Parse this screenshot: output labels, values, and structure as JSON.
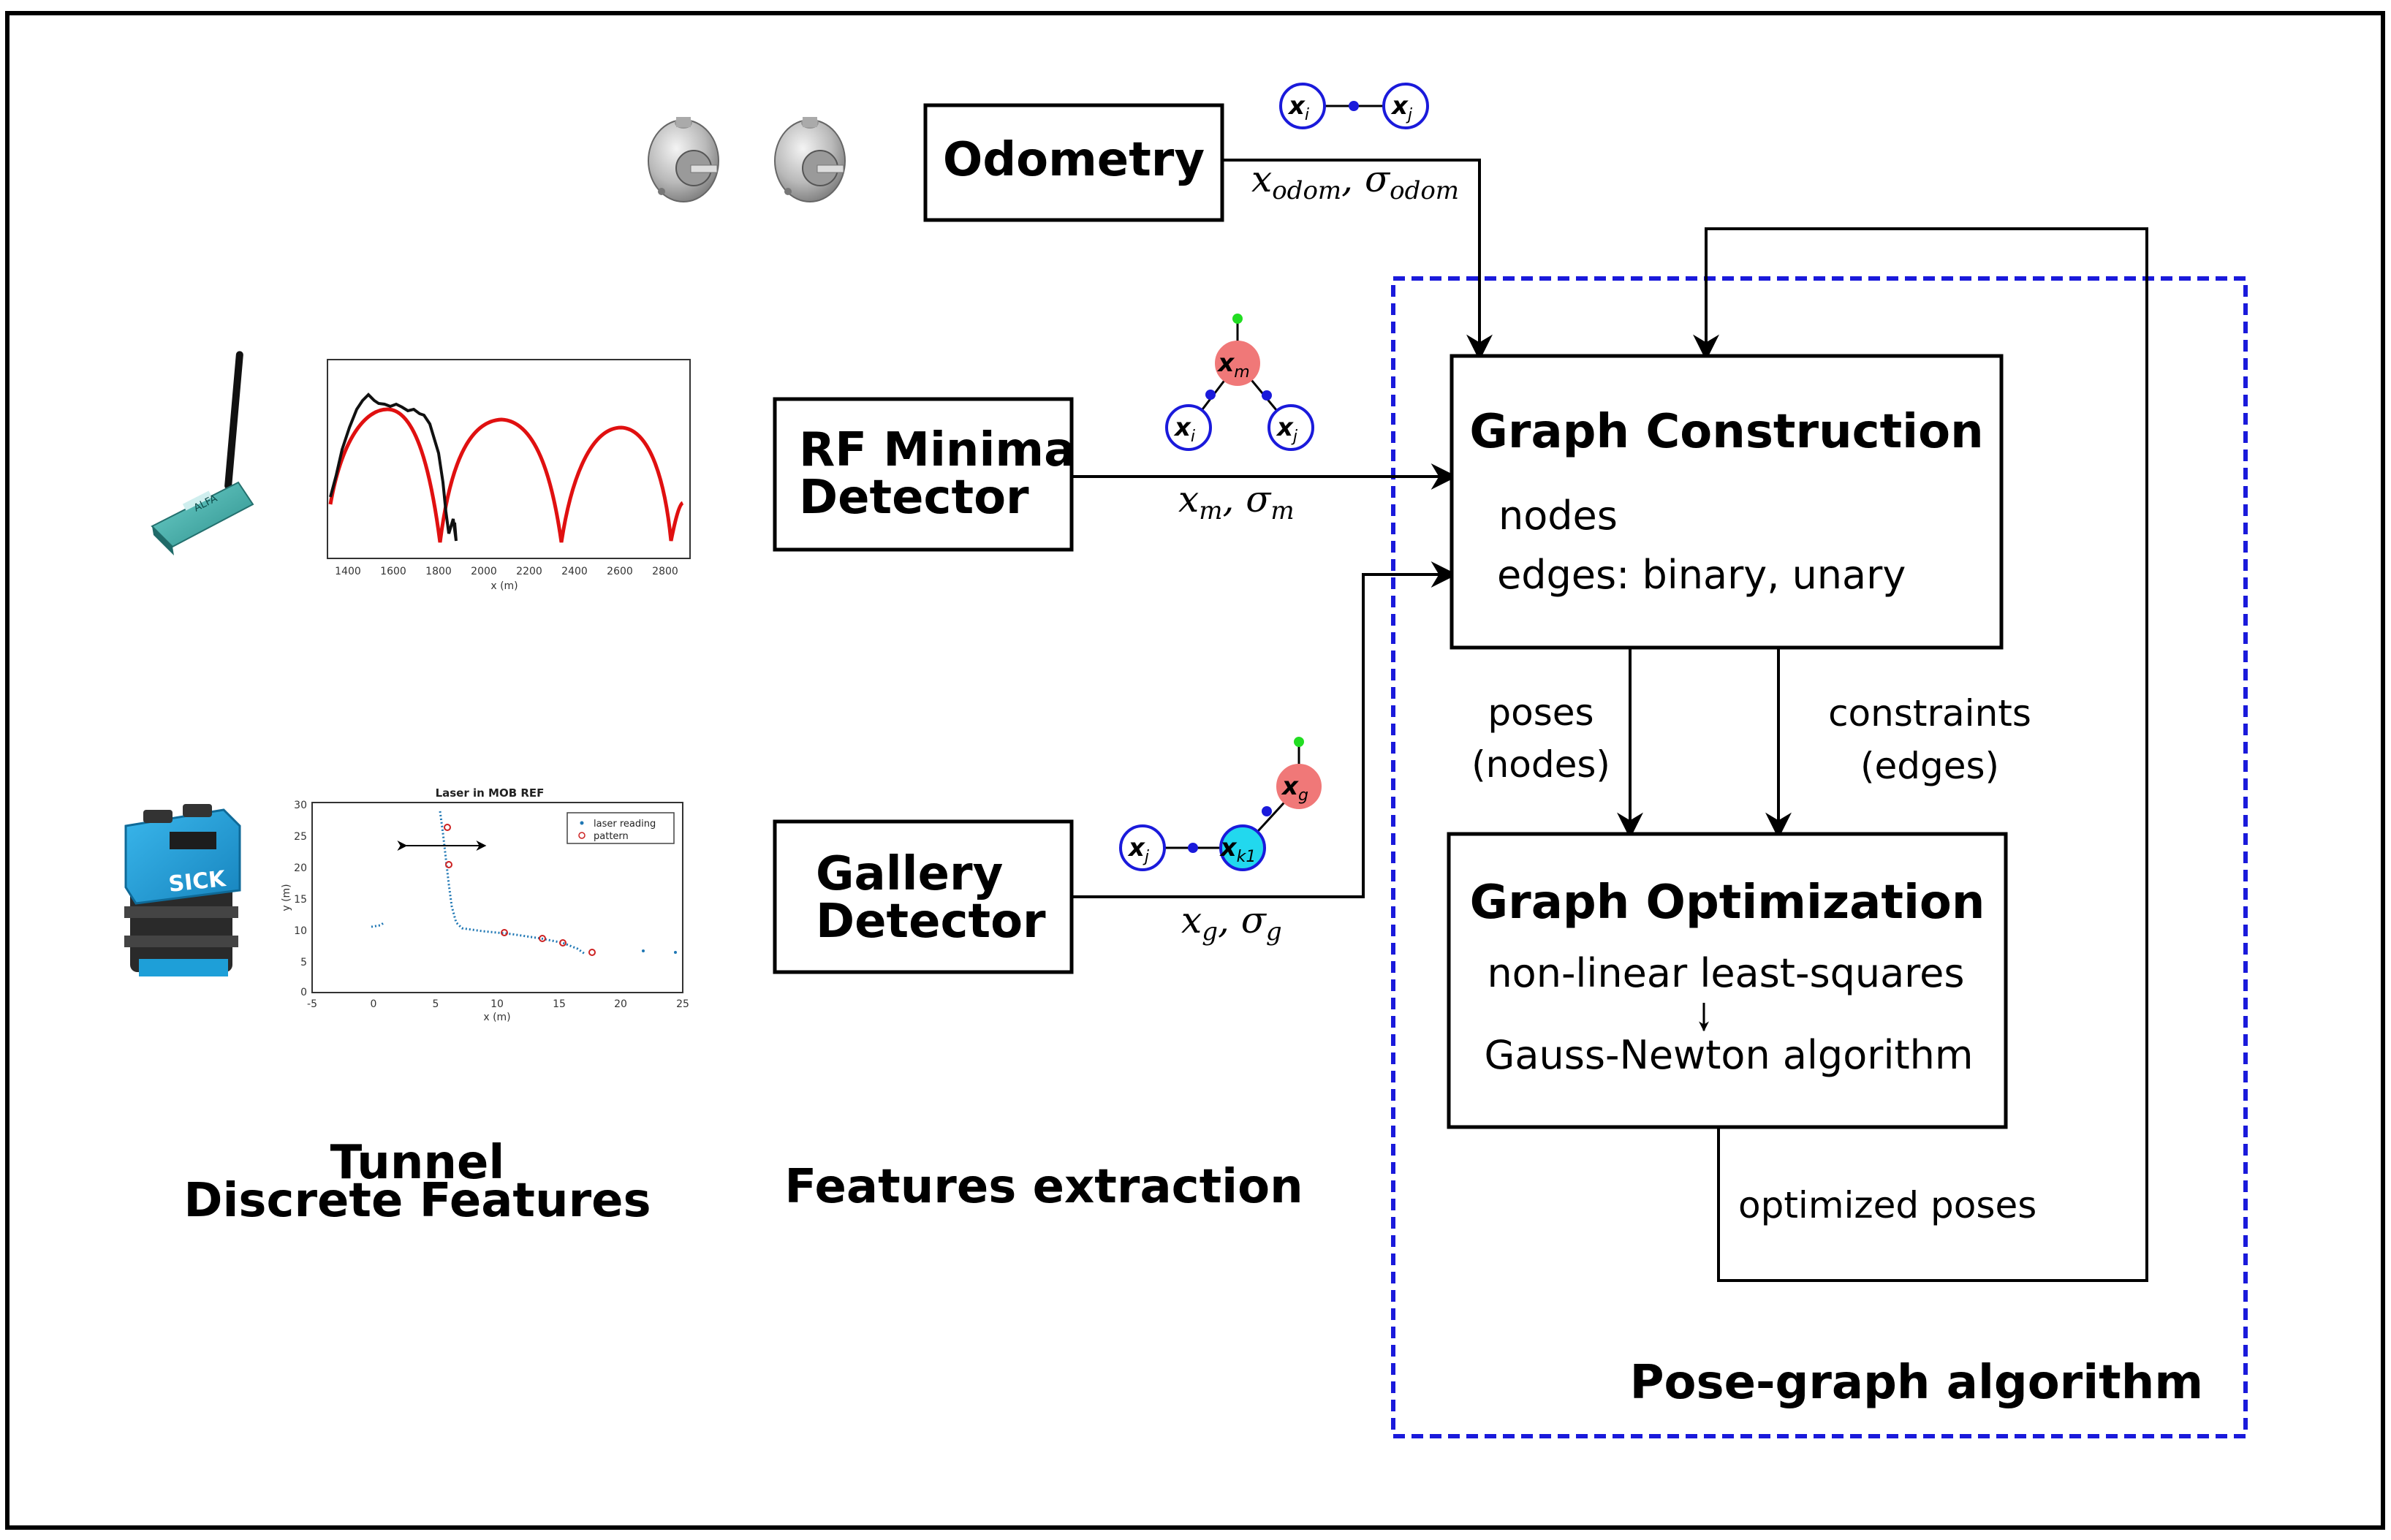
{
  "colors": {
    "frame": "#000000",
    "dashed_region": "#1a1adb",
    "node_fill_red": "#f07878",
    "node_fill_cyan": "#22d8ee",
    "node_stroke": "#1a1adb",
    "anchor_green": "#22dd22",
    "rf_red_curve": "#e01010",
    "rf_black_curve": "#111111",
    "laser_blue": "#1f77b4",
    "laser_red": "#cc2222",
    "sick_blue": "#1e9fd8",
    "antenna_teal": "#3aa9a6"
  },
  "columns": {
    "sensors_title_line1": "Tunnel",
    "sensors_title_line2": "Discrete Features",
    "features_title": "Features extraction"
  },
  "odometry": {
    "label": "Odometry",
    "output": "x_{odom}, σ_{odom}",
    "output_x": "x",
    "output_x_sub": "odom",
    "output_sigma": "σ",
    "output_sigma_sub": "odom",
    "graph_nodes": [
      "x_i",
      "x_j"
    ],
    "node_i": "x",
    "node_i_sub": "i",
    "node_j": "x",
    "node_j_sub": "j"
  },
  "rf": {
    "label_line1": "RF Minima",
    "label_line2": "Detector",
    "output_x": "x",
    "output_x_sub": "m",
    "output_sigma": "σ",
    "output_sigma_sub": "m",
    "node_m": "x",
    "node_m_sub": "m",
    "node_i": "x",
    "node_i_sub": "i",
    "node_j": "x",
    "node_j_sub": "j"
  },
  "gallery": {
    "label_line1": "Gallery",
    "label_line2": "Detector",
    "output_x": "x",
    "output_x_sub": "g",
    "output_sigma": "σ",
    "output_sigma_sub": "g",
    "node_g": "x",
    "node_g_sub": "g",
    "node_j": "x",
    "node_j_sub": "j",
    "node_k": "x",
    "node_k_sub": "k1"
  },
  "graph_construction": {
    "title": "Graph Construction",
    "line1": "nodes",
    "line2": "edges: binary, unary"
  },
  "arrows": {
    "poses_line1": "poses",
    "poses_line2": "(nodes)",
    "constraints_line1": "constraints",
    "constraints_line2": "(edges)",
    "optimized": "optimized poses"
  },
  "graph_optimization": {
    "title": "Graph Optimization",
    "line1": "non-linear least-squares",
    "line2": "Gauss-Newton algorithm"
  },
  "region_label": "Pose-graph algorithm",
  "rf_plot": {
    "x_ticks": [
      "1400",
      "1600",
      "1800",
      "2000",
      "2200",
      "2400",
      "2600",
      "2800"
    ],
    "x_label": "x (m)"
  },
  "laser_plot": {
    "title": "Laser in MOB REF",
    "y_label": "y (m)",
    "x_label": "x (m)",
    "x_ticks": [
      "-5",
      "0",
      "5",
      "10",
      "15",
      "20",
      "25"
    ],
    "y_ticks": [
      "30",
      "25",
      "20",
      "15",
      "10",
      "5",
      "0"
    ],
    "legend": [
      "laser reading",
      "pattern"
    ]
  },
  "sick_logo": "SICK",
  "antenna_brand": "ALFA"
}
